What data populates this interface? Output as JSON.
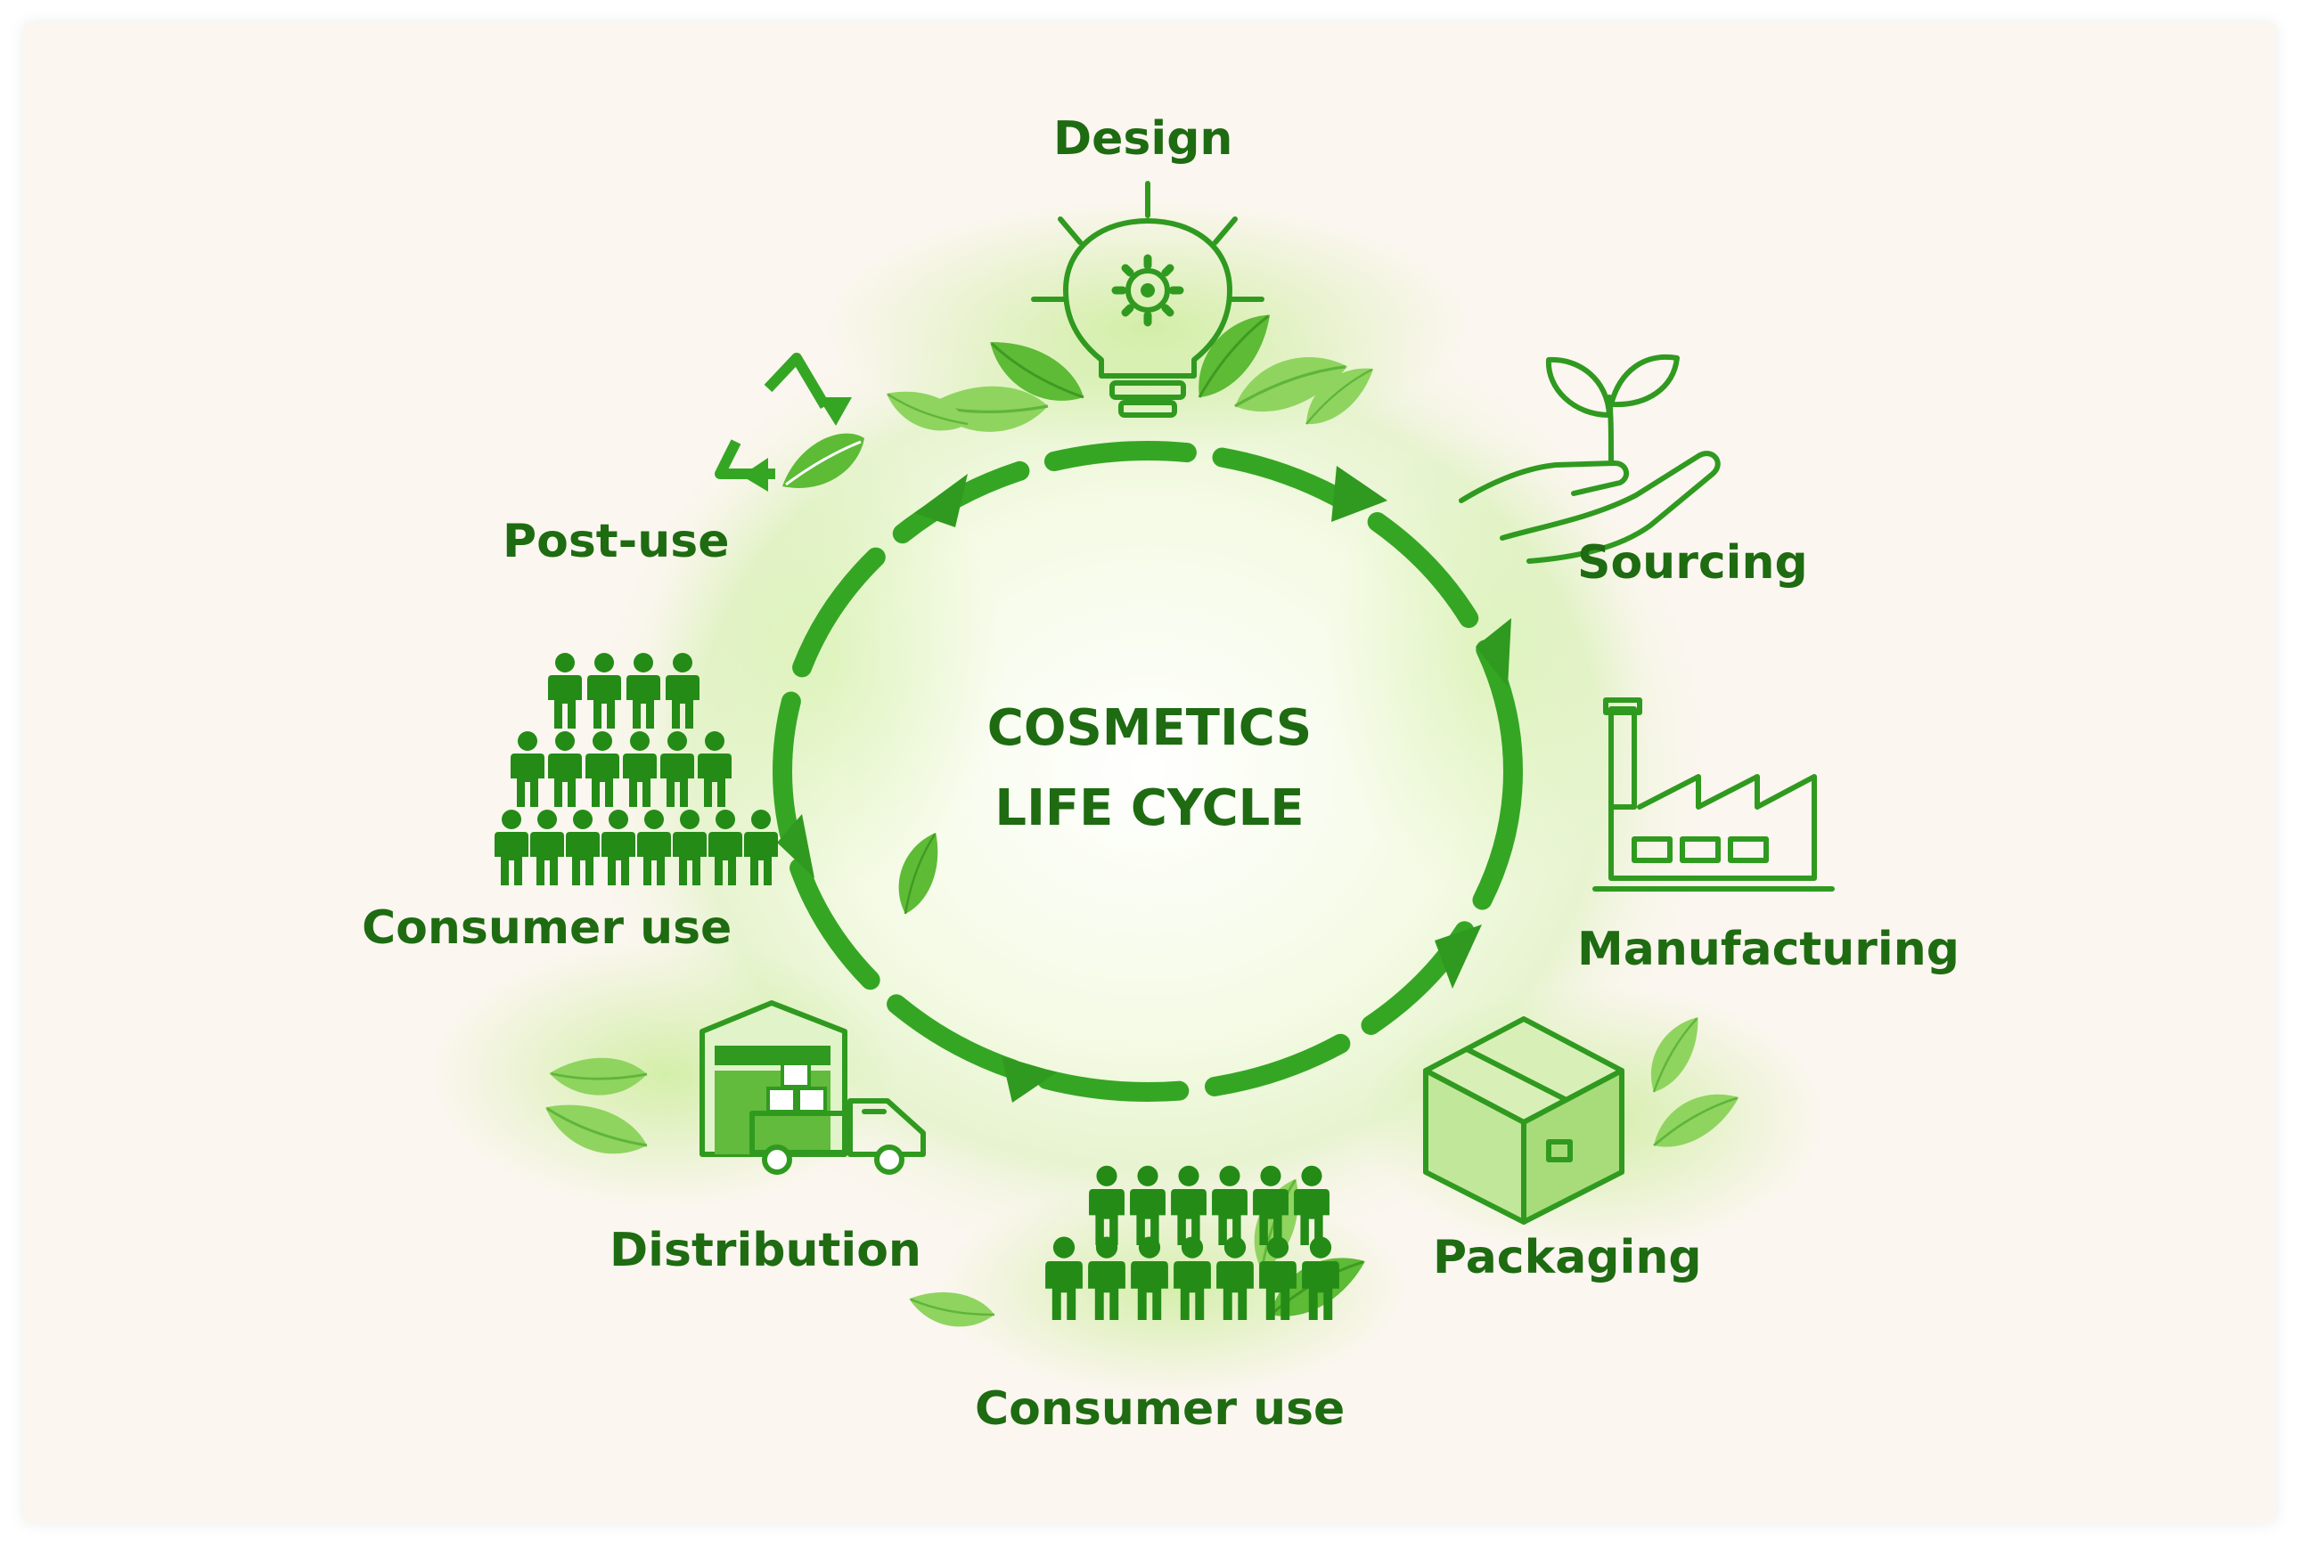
{
  "diagram": {
    "title_line1": "COSMETICS",
    "title_line2": "LIFE CYCLE",
    "stages": {
      "design": "Design",
      "sourcing": "Sourcing",
      "manufacturing": "Manufacturing",
      "packaging": "Packaging",
      "consumer_use_bottom": "Consumer use",
      "distribution": "Distribution",
      "consumer_use_left": "Consumer use",
      "post_use": "Post-use"
    },
    "icons": {
      "design": "lightbulb-gear-icon",
      "sourcing": "hand-sprout-icon",
      "manufacturing": "factory-icon",
      "packaging": "box-icon",
      "consumer_use_bottom": "crowd-icon",
      "distribution": "warehouse-truck-icon",
      "consumer_use_left": "crowd-pyramid-icon",
      "post_use": "recycle-leaf-icon"
    },
    "colors": {
      "text": "#1e6b12",
      "accent": "#2f9a1f",
      "arrow": "#35a624",
      "leaf": "#8fd45f",
      "background": "#fbf6ef"
    }
  }
}
